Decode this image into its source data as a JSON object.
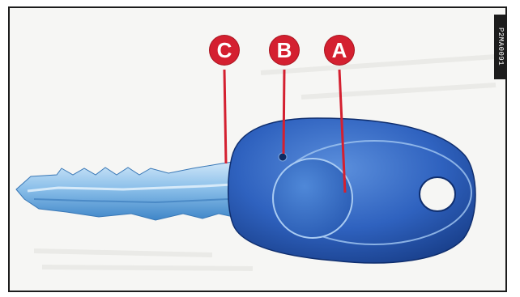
{
  "figure": {
    "labels": [
      "A",
      "B",
      "C"
    ],
    "side_code": "P2MA0091"
  },
  "colors": {
    "label_red": "#d42030",
    "key_head_blue": "#2d5fb8",
    "blade_light_blue": "#7fb6e6"
  }
}
